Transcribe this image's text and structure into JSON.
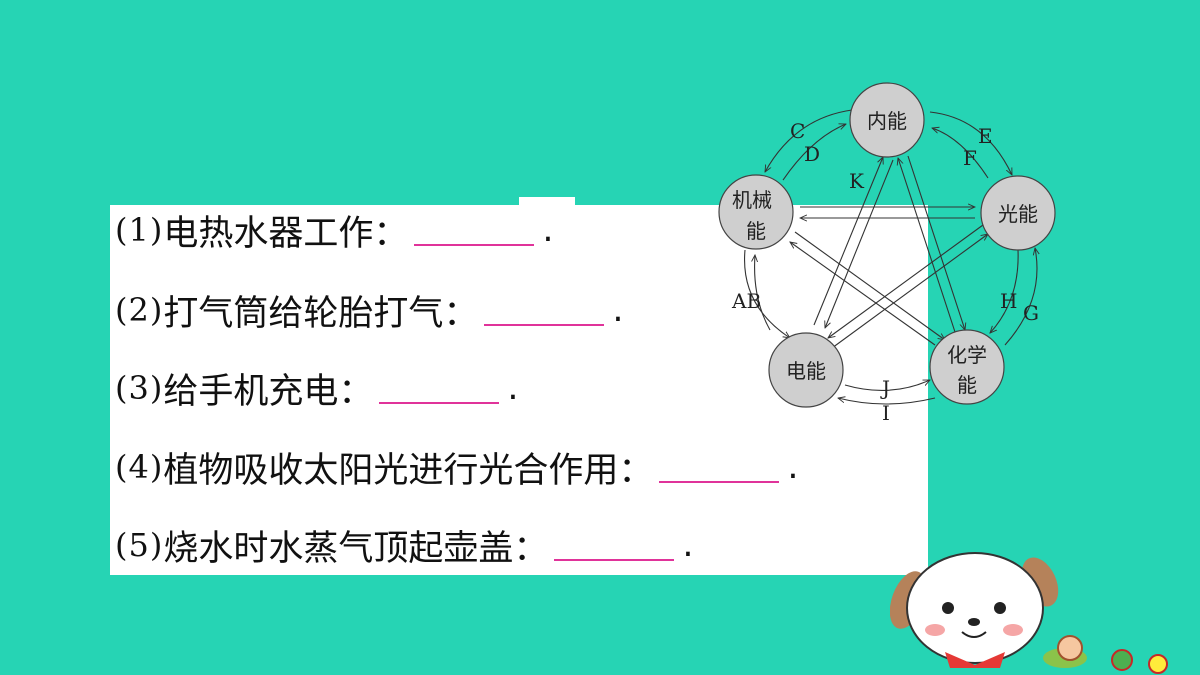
{
  "questions": [
    {
      "num": "(1)",
      "text": "电热水器工作：",
      "end": "."
    },
    {
      "num": "(2)",
      "text": "打气筒给轮胎打气：",
      "end": "."
    },
    {
      "num": "(3)",
      "text": "给手机充电：",
      "end": "."
    },
    {
      "num": "(4)",
      "text": "植物吸收太阳光进行光合作用：",
      "end": "."
    },
    {
      "num": "(5)",
      "text": "烧水时水蒸气顶起壶盖：",
      "end": "."
    }
  ],
  "diagram": {
    "nodes": {
      "internal": {
        "line1": "内能",
        "line2": ""
      },
      "mechanical": {
        "line1": "机械",
        "line2": "能"
      },
      "light": {
        "line1": "光能",
        "line2": ""
      },
      "electric": {
        "line1": "电能",
        "line2": ""
      },
      "chemical": {
        "line1": "化学",
        "line2": "能"
      }
    },
    "arrow_labels": {
      "C": "C",
      "D": "D",
      "E": "E",
      "F": "F",
      "K": "K",
      "AB": "AB",
      "H": "H",
      "G": "G",
      "J": "J",
      "I": "I"
    }
  },
  "colors": {
    "background": "#26d4b4",
    "node_fill": "#cfcfcf",
    "blank_line": "#e0339a"
  }
}
